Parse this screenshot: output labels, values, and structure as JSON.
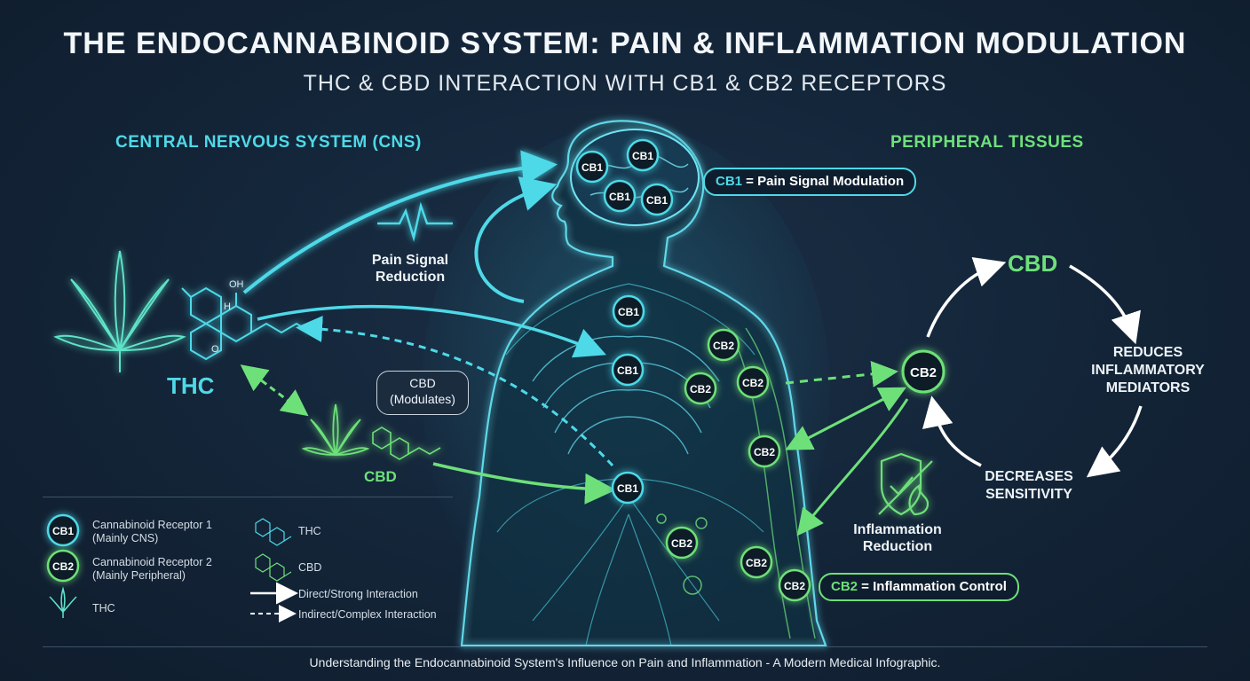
{
  "title": "THE ENDOCANNABINOID SYSTEM: PAIN & INFLAMMATION MODULATION",
  "subtitle": "THC & CBD INTERACTION WITH CB1 & CB2 RECEPTORS",
  "sections": {
    "cns": "CENTRAL NERVOUS SYSTEM (CNS)",
    "peripheral": "PERIPHERAL TISSUES"
  },
  "labels": {
    "thc": "THC",
    "cbd_small": "CBD",
    "speech_line1": "CBD",
    "speech_line2": "(Modulates)",
    "pain_line1": "Pain Signal",
    "pain_line2": "Reduction",
    "inflam_line1": "Inflammation",
    "inflam_line2": "Reduction",
    "cycle_cbd": "CBD",
    "reduces_line1": "REDUCES",
    "reduces_line2": "INFLAMMATORY",
    "reduces_line3": "MEDIATORS",
    "decreases_line1": "DECREASES",
    "decreases_line2": "SENSITIVITY"
  },
  "callouts": {
    "cb1": {
      "tag": "CB1",
      "text": " = Pain Signal Modulation"
    },
    "cb2": {
      "tag": "CB2",
      "text": " = Inflammation Control"
    }
  },
  "receptors": {
    "cb1": "CB1",
    "cb2": "CB2"
  },
  "molecule": {
    "oh": "OH",
    "h": "H",
    "o": "O"
  },
  "legend": {
    "r1_line1": "Cannabinoid Receptor 1",
    "r1_line2": "(Mainly CNS)",
    "r2_line1": "Cannabinoid Receptor 2",
    "r2_line2": "(Mainly Peripheral)",
    "thc_plant": "THC",
    "thc_molecule": "THC",
    "cbd_molecule": "CBD",
    "direct": "Direct/Strong Interaction",
    "indirect": "Indirect/Complex Interaction"
  },
  "footer": "Understanding the Endocannabinoid System's Influence on Pain and Inflammation - A Modern Medical Infographic.",
  "colors": {
    "cb1": "#4ed9e8",
    "cb2": "#6ee07a",
    "background": "#14263a",
    "arrow": "#ffffff"
  }
}
